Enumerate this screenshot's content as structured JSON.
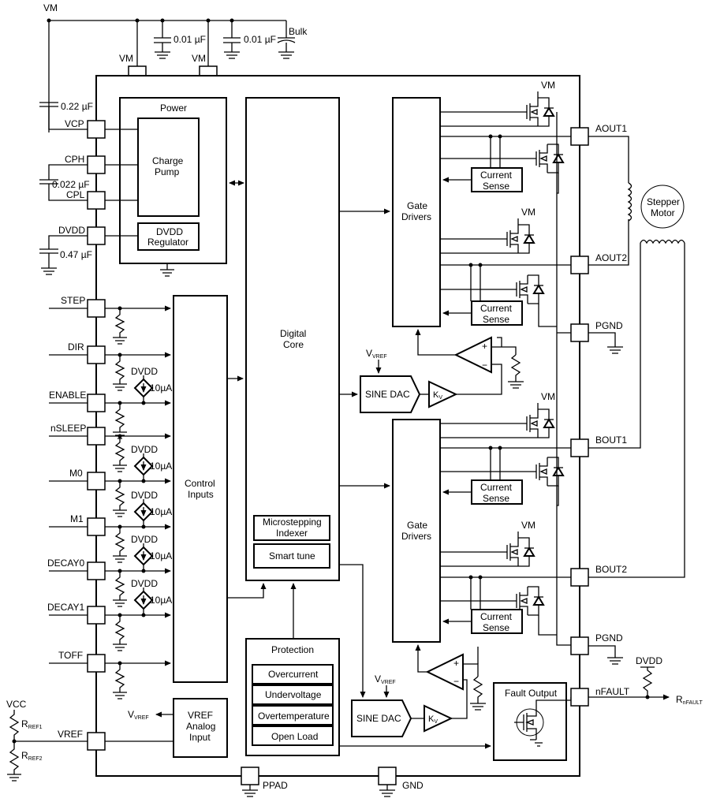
{
  "supply": {
    "vm_top": "VM",
    "vm_pin_a": "VM",
    "vm_pin_b": "VM",
    "cap_a": "0.01 µF",
    "cap_b": "0.01 µF",
    "bulk": "Bulk"
  },
  "left_pins": {
    "cap_vcp": "0.22 µF",
    "vcp": "VCP",
    "cph": "CPH",
    "cap_cp": "0.022 µF",
    "cpl": "CPL",
    "dvdd": "DVDD",
    "cap_dvdd": "0.47 µF",
    "step": "STEP",
    "dir": "DIR",
    "enable": "ENABLE",
    "nsleep": "nSLEEP",
    "m0": "M0",
    "m1": "M1",
    "decay0": "DECAY0",
    "decay1": "DECAY1",
    "toff": "TOFF",
    "vref": "VREF",
    "vcc": "VCC",
    "rref1": "R",
    "rref1_sub": "REF1",
    "rref2": "R",
    "rref2_sub": "REF2"
  },
  "sources": {
    "dvdd": "DVDD",
    "current": "10µA"
  },
  "blocks": {
    "power": "Power",
    "charge_pump_1": "Charge",
    "charge_pump_2": "Pump",
    "dvdd_reg_1": "DVDD",
    "dvdd_reg_2": "Regulator",
    "digital_core_1": "Digital",
    "digital_core_2": "Core",
    "control_inputs_1": "Control",
    "control_inputs_2": "Inputs",
    "microstep_1": "Microstepping",
    "microstep_2": "Indexer",
    "smart_tune": "Smart tune",
    "gate_drivers_1": "Gate",
    "gate_drivers_2": "Drivers",
    "current_sense_1": "Current",
    "current_sense_2": "Sense",
    "sine_dac": "SINE DAC",
    "kv": "K",
    "kv_sub": "V",
    "vvref": "V",
    "vvref_sub": "VREF",
    "vref_analog_1": "VREF",
    "vref_analog_2": "Analog",
    "vref_analog_3": "Input",
    "protection": "Protection",
    "overcurrent": "Overcurrent",
    "undervoltage": "Undervoltage",
    "overtemperature": "Overtemperature",
    "open_load": "Open Load",
    "fault_output": "Fault Output",
    "vm": "VM",
    "plus": "+",
    "minus": "−"
  },
  "right_pins": {
    "aout1": "AOUT1",
    "aout2": "AOUT2",
    "pgnd": "PGND",
    "bout1": "BOUT1",
    "bout2": "BOUT2",
    "nfault": "nFAULT",
    "dvdd": "DVDD",
    "rnfault": "R",
    "rnfault_sub": "nFAULT",
    "stepper_1": "Stepper",
    "stepper_2": "Motor"
  },
  "bottom_pins": {
    "ppad": "PPAD",
    "gnd": "GND"
  }
}
